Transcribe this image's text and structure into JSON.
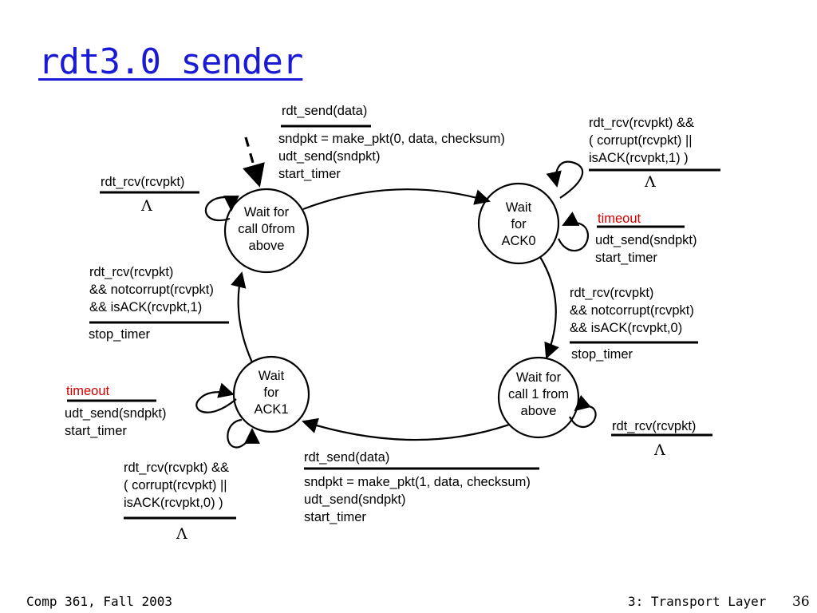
{
  "title": "rdt3.0 sender",
  "lambda": "Λ",
  "states": {
    "wait_call0": [
      "Wait for",
      "call 0from",
      "above"
    ],
    "wait_ack0": [
      "Wait",
      "for",
      "ACK0"
    ],
    "wait_call1": [
      "Wait for",
      "call 1 from",
      "above"
    ],
    "wait_ack1": [
      "Wait",
      "for",
      "ACK1"
    ]
  },
  "transitions": {
    "init_self_call0": {
      "event": "rdt_rcv(rcvpkt)"
    },
    "call0_to_ack0": {
      "event": "rdt_send(data)",
      "actions": [
        "sndpkt = make_pkt(0, data, checksum)",
        "udt_send(sndpkt)",
        "start_timer"
      ]
    },
    "ack0_self_corrupt": {
      "event": [
        "rdt_rcv(rcvpkt) &&",
        "( corrupt(rcvpkt) ||",
        "isACK(rcvpkt,1) )"
      ]
    },
    "ack0_timeout": {
      "event": "timeout",
      "actions": [
        "udt_send(sndpkt)",
        "start_timer"
      ]
    },
    "ack0_to_call1": {
      "event": [
        "rdt_rcv(rcvpkt)",
        "&& notcorrupt(rcvpkt)",
        "&& isACK(rcvpkt,0)"
      ],
      "actions": [
        "stop_timer"
      ]
    },
    "call1_self": {
      "event": "rdt_rcv(rcvpkt)"
    },
    "call1_to_ack1": {
      "event": "rdt_send(data)",
      "actions": [
        "sndpkt = make_pkt(1, data, checksum)",
        "udt_send(sndpkt)",
        "start_timer"
      ]
    },
    "ack1_timeout": {
      "event": "timeout",
      "actions": [
        "udt_send(sndpkt)",
        "start_timer"
      ]
    },
    "ack1_self_corrupt": {
      "event": [
        "rdt_rcv(rcvpkt) &&",
        "( corrupt(rcvpkt) ||",
        "isACK(rcvpkt,0) )"
      ]
    },
    "ack1_to_call0": {
      "event": [
        "rdt_rcv(rcvpkt)",
        "&& notcorrupt(rcvpkt)",
        "&& isACK(rcvpkt,1)"
      ],
      "actions": [
        "stop_timer"
      ]
    }
  },
  "footer": {
    "left": "Comp 361, Fall 2003",
    "right": "3: Transport Layer",
    "page": "36"
  },
  "colors": {
    "title": "#1a1ad6",
    "timeout": "#d40000"
  }
}
